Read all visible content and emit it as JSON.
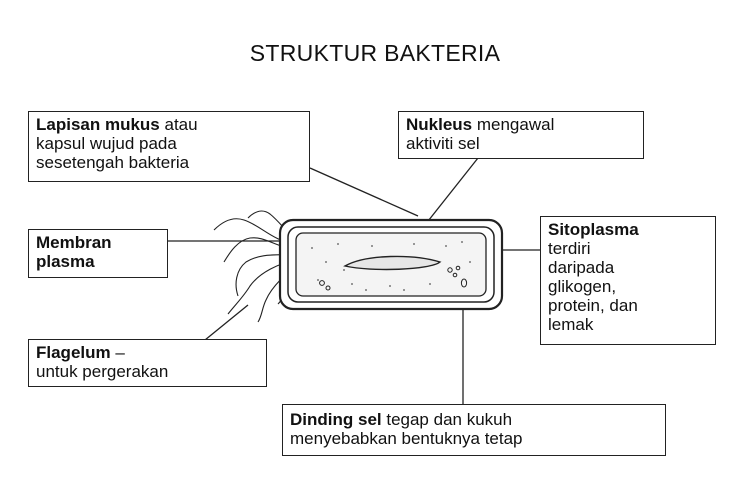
{
  "title": "STRUKTUR BAKTERIA",
  "labels": {
    "lapisan": {
      "term": "Lapisan mukus",
      "rest": " atau",
      "line2": "kapsul wujud pada",
      "line3": "sesetengah bakteria"
    },
    "nukleus": {
      "term": "Nukleus",
      "rest": " mengawal",
      "line2": "aktiviti sel"
    },
    "membran": {
      "line1": "Membran",
      "line2": "plasma"
    },
    "sitoplasma": {
      "term": "Sitoplasma",
      "line2": "terdiri",
      "line3": "daripada",
      "line4": "glikogen,",
      "line5": "protein, dan",
      "line6": "lemak"
    },
    "flagelum": {
      "term": "Flagelum",
      "rest": " –",
      "line2": "untuk pergerakan"
    },
    "dinding": {
      "term": "Dinding sel",
      "rest": " tegap dan kukuh",
      "line2": "menyebabkan bentuknya tetap"
    }
  }
}
